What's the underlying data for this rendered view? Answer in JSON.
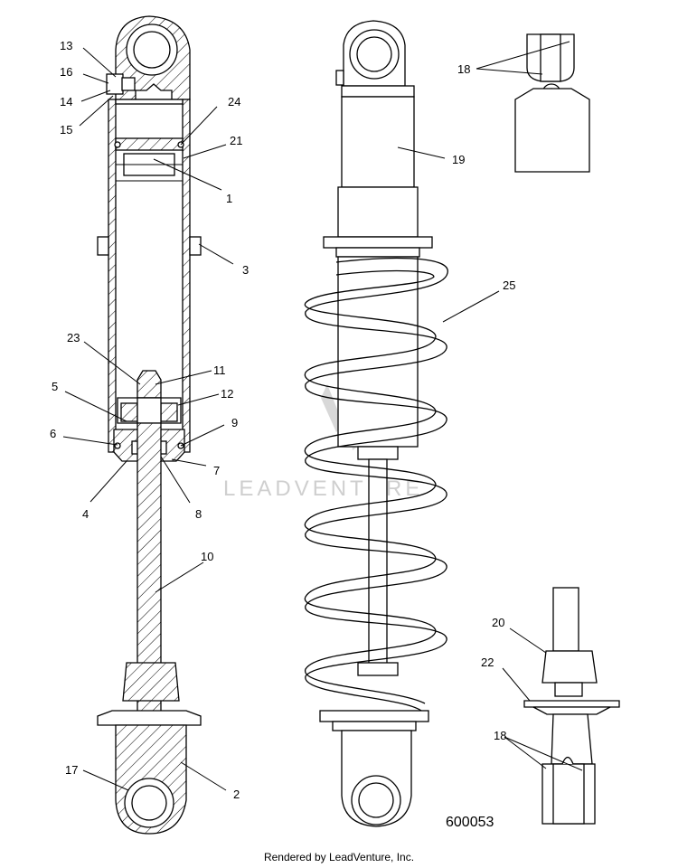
{
  "callouts": {
    "c13": "13",
    "c16": "16",
    "c14": "14",
    "c15": "15",
    "c24": "24",
    "c21": "21",
    "c1": "1",
    "c3": "3",
    "c23": "23",
    "c11": "11",
    "c5": "5",
    "c12": "12",
    "c6": "6",
    "c9": "9",
    "c7": "7",
    "c4": "4",
    "c8": "8",
    "c10": "10",
    "c17": "17",
    "c2": "2",
    "c19": "19",
    "c18a": "18",
    "c25": "25",
    "c20": "20",
    "c22": "22",
    "c18b": "18"
  },
  "diagram_number": "600053",
  "watermark": "LEADVENTURE",
  "footer": "Rendered by LeadVenture, Inc."
}
